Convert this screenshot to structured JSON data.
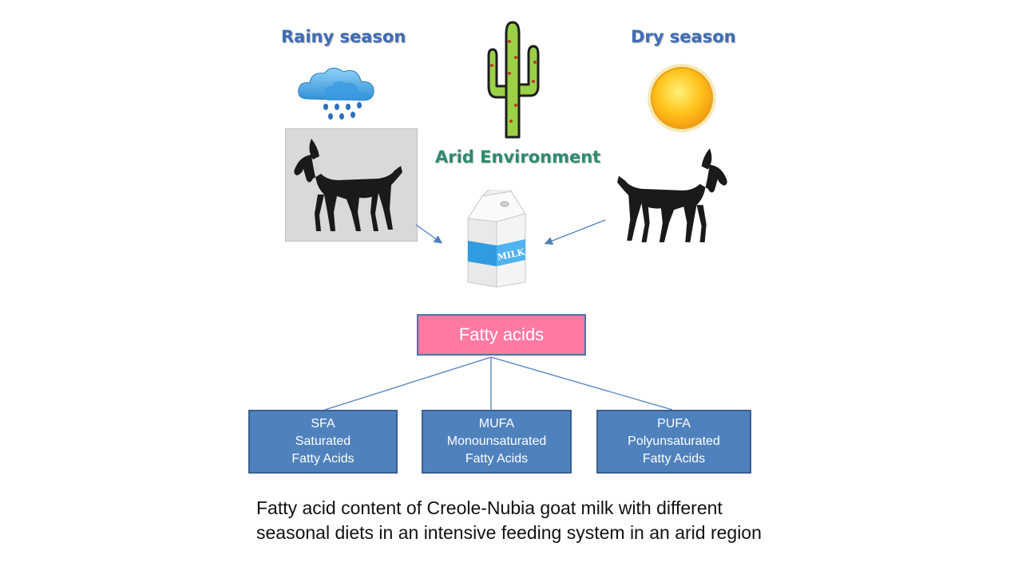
{
  "titles": {
    "rainy": "Rainy season",
    "dry": "Dry season",
    "arid": "Arid Environment"
  },
  "milk_label": "MILK",
  "root": {
    "label": "Fatty acids",
    "color": "#ff7aa2"
  },
  "children": [
    {
      "line1": "SFA",
      "line2": "Saturated",
      "line3": "Fatty Acids"
    },
    {
      "line1": "MUFA",
      "line2": "Monounsaturated",
      "line3": "Fatty Acids"
    },
    {
      "line1": "PUFA",
      "line2": "Polyunsaturated",
      "line3": "Fatty Acids"
    }
  ],
  "caption": "Fatty acid content of Creole-Nubia goat milk with different seasonal diets in an intensive feeding system in an arid region",
  "colors": {
    "box_fill": "#4f81bd",
    "box_border": "#3a5f8f",
    "connector": "#4f81bd",
    "season_title": "#3f6db5",
    "arid_title": "#2e8b6e"
  },
  "icons": [
    "rain-cloud-icon",
    "cactus-icon",
    "sun-icon",
    "goat-icon",
    "milk-carton-icon"
  ]
}
